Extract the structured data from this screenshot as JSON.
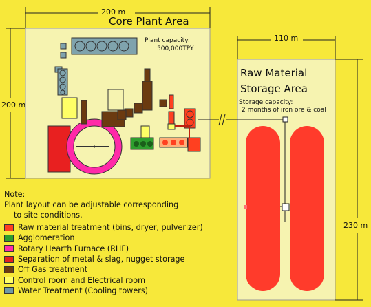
{
  "core_area": {
    "title": "Core Plant Area",
    "width_label": "200 m",
    "height_label": "200 m",
    "capacity_label": "Plant capacity:",
    "capacity_value": "500,000TPY"
  },
  "storage_area": {
    "title_line1": "Raw Material",
    "title_line2": "Storage Area",
    "width_label": "110 m",
    "height_label": "230 m",
    "capacity_label": "Storage capacity:",
    "capacity_value": "2 months of iron ore & coal"
  },
  "note": {
    "heading": "Note:",
    "line1": "Plant layout can be adjustable corresponding",
    "line2": "to site conditions."
  },
  "legend": [
    {
      "label": "Raw material treatment (bins, dryer, pulverizer)",
      "color": "#ff4020"
    },
    {
      "label": "Agglomeration",
      "color": "#2e9e2e"
    },
    {
      "label": "Rotary Hearth Furnace (RHF)",
      "color": "#ff2aa8"
    },
    {
      "label": "Separation of metal & slag, nugget storage",
      "color": "#e02020"
    },
    {
      "label": "Off Gas treatment",
      "color": "#6b3a10"
    },
    {
      "label": "Control room and Electrical room",
      "color": "#ffff66"
    },
    {
      "label": "Water Treatment (Cooling towers)",
      "color": "#6f9aa8"
    }
  ],
  "colors": {
    "background": "#f7e83a",
    "area_fill": "#f6f3b0",
    "red": "#e82020",
    "pile": "#ff3b2b",
    "magenta": "#ff2aa8",
    "brown": "#6b3a10",
    "cooling": "#7fa3ad"
  }
}
